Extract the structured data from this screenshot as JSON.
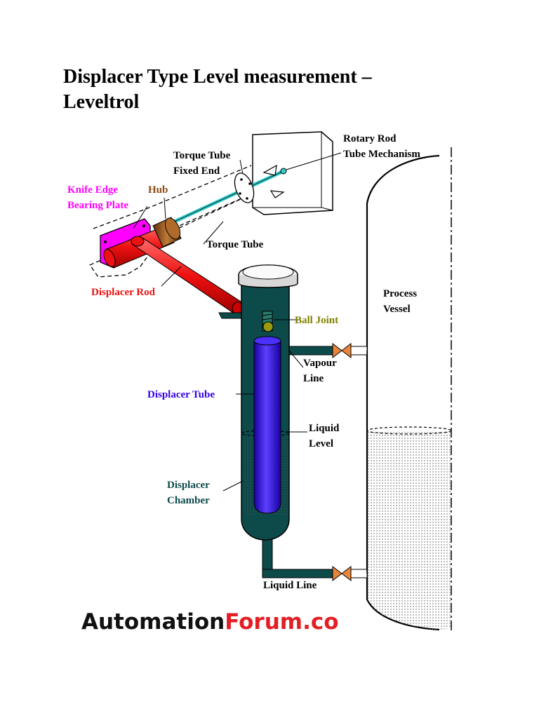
{
  "title": {
    "line1": "Displacer Type Level measurement –",
    "line2": "Leveltrol"
  },
  "labels": {
    "rotary_rod_1": "Rotary Rod",
    "rotary_rod_2": "Tube Mechanism",
    "torque_fixed_1": "Torque Tube",
    "torque_fixed_2": "Fixed End",
    "knife_1": "Knife Edge",
    "knife_2": "Bearing Plate",
    "hub": "Hub",
    "torque_tube": "Torque Tube",
    "displacer_rod": "Displacer Rod",
    "ball_joint": "Ball Joint",
    "process_1": "Process",
    "process_2": "Vessel",
    "vapour_1": "Vapour",
    "vapour_2": "Line",
    "displacer_tube": "Displacer Tube",
    "liquid_level_1": "Liquid",
    "liquid_level_2": "Level",
    "chamber_1": "Displacer",
    "chamber_2": "Chamber",
    "liquid_line": "Liquid Line"
  },
  "brand": {
    "part1": "Automation",
    "part2": "Forum.co"
  },
  "colors": {
    "knife_edge": "#ff00ff",
    "hub": "#8b4a14",
    "displacer_rod": "#ee1111",
    "ball_joint": "#808000",
    "displacer_tube": "#3300ee",
    "chamber": "#0d4a4a",
    "valve": "#e8853a",
    "brand_dark": "#111111",
    "brand_red": "#e31e24"
  }
}
